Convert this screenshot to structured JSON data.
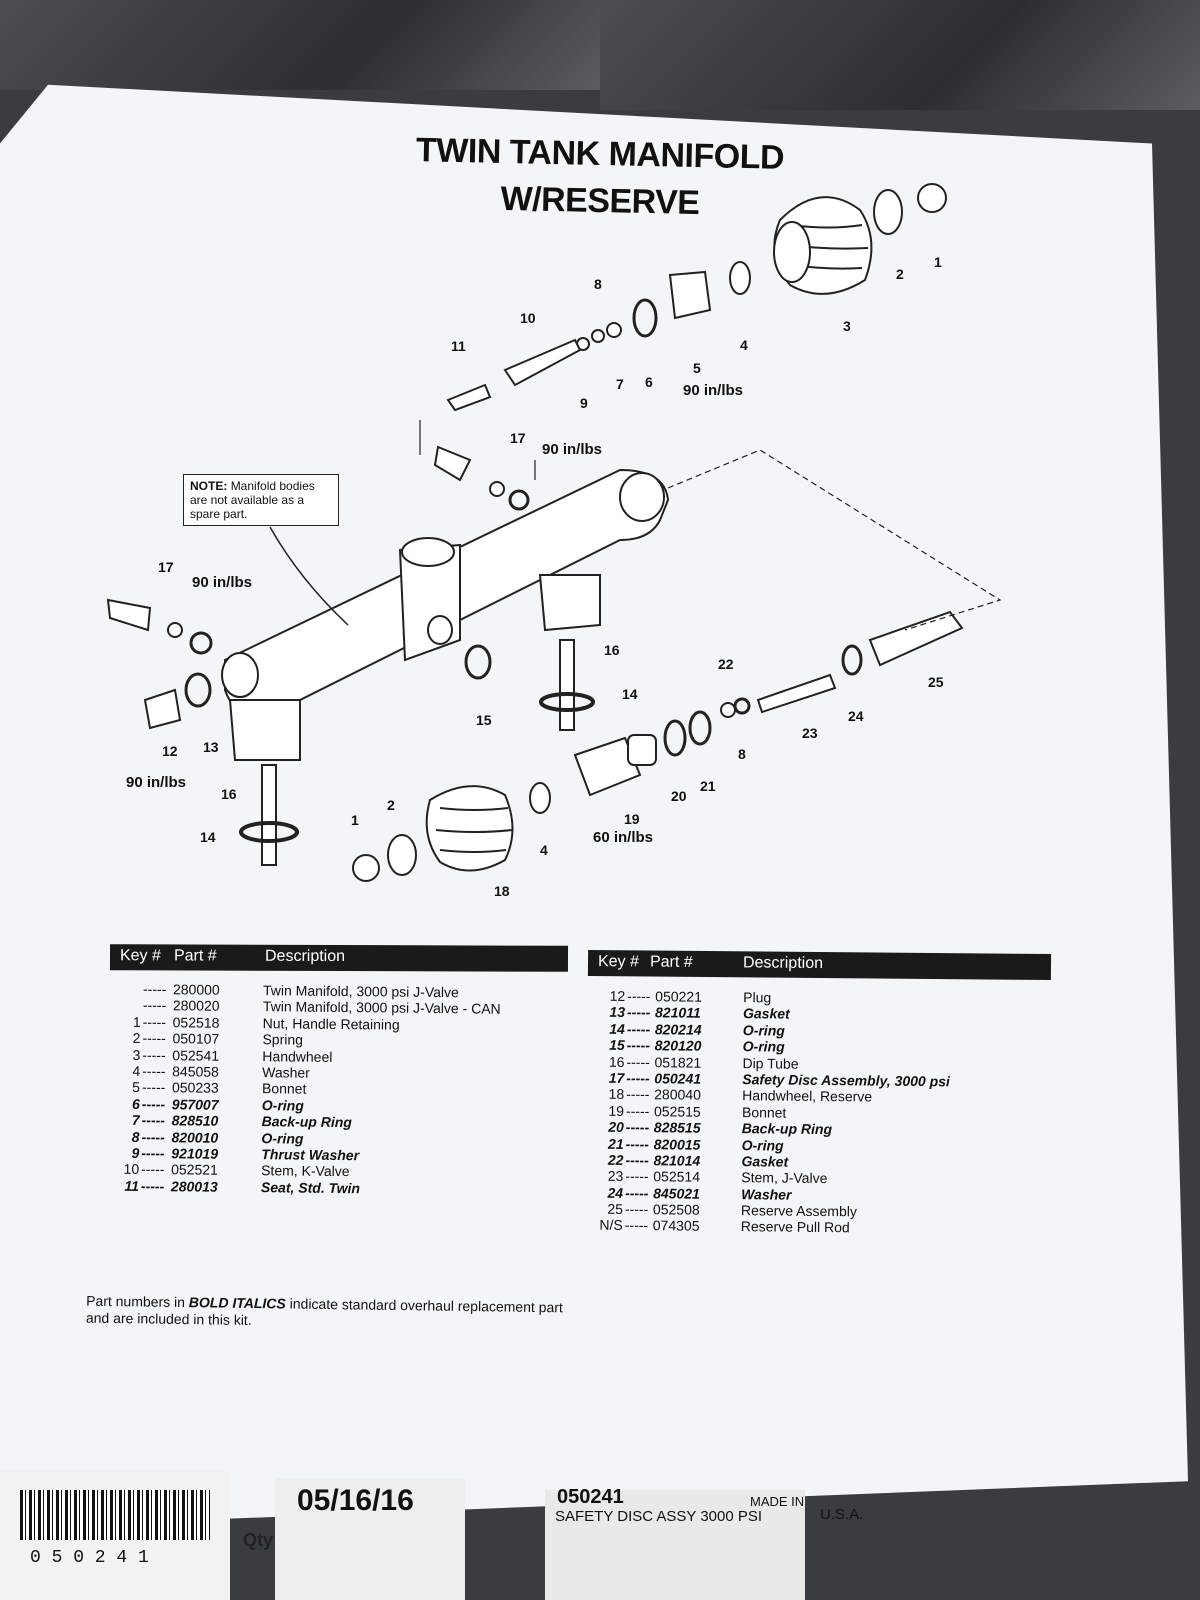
{
  "document": {
    "title_line1": "TWIN TANK MANIFOLD",
    "title_line2": "W/RESERVE",
    "note_label": "NOTE:",
    "note_text": "Manifold bodies are not available as a spare part.",
    "torque_labels": {
      "t5": "90 in/lbs",
      "t17_top": "90 in/lbs",
      "t17_left": "90 in/lbs",
      "t12": "90 in/lbs",
      "t19": "60 in/lbs"
    },
    "callouts": [
      "1",
      "2",
      "3",
      "4",
      "5",
      "6",
      "7",
      "8",
      "9",
      "10",
      "11",
      "17",
      "17",
      "16",
      "14",
      "15",
      "12",
      "13",
      "16",
      "14",
      "1",
      "2",
      "18",
      "4",
      "19",
      "20",
      "21",
      "22",
      "8",
      "23",
      "24",
      "25"
    ],
    "table_headers": {
      "key": "Key #",
      "part": "Part #",
      "description": "Description"
    },
    "left_table": [
      {
        "key": "",
        "part": "280000",
        "desc": "Twin Manifold, 3000 psi J-Valve",
        "bold": false
      },
      {
        "key": "",
        "part": "280020",
        "desc": "Twin Manifold, 3000 psi J-Valve - CAN",
        "bold": false
      },
      {
        "key": "1",
        "part": "052518",
        "desc": "Nut, Handle Retaining",
        "bold": false
      },
      {
        "key": "2",
        "part": "050107",
        "desc": "Spring",
        "bold": false
      },
      {
        "key": "3",
        "part": "052541",
        "desc": "Handwheel",
        "bold": false
      },
      {
        "key": "4",
        "part": "845058",
        "desc": "Washer",
        "bold": false
      },
      {
        "key": "5",
        "part": "050233",
        "desc": "Bonnet",
        "bold": false
      },
      {
        "key": "6",
        "part": "957007",
        "desc": "O-ring",
        "bold": true
      },
      {
        "key": "7",
        "part": "828510",
        "desc": "Back-up Ring",
        "bold": true
      },
      {
        "key": "8",
        "part": "820010",
        "desc": "O-ring",
        "bold": true
      },
      {
        "key": "9",
        "part": "921019",
        "desc": "Thrust Washer",
        "bold": true
      },
      {
        "key": "10",
        "part": "052521",
        "desc": "Stem, K-Valve",
        "bold": false
      },
      {
        "key": "11",
        "part": "280013",
        "desc": "Seat, Std. Twin",
        "bold": true
      }
    ],
    "right_table": [
      {
        "key": "12",
        "part": "050221",
        "desc": "Plug",
        "bold": false
      },
      {
        "key": "13",
        "part": "821011",
        "desc": "Gasket",
        "bold": true
      },
      {
        "key": "14",
        "part": "820214",
        "desc": "O-ring",
        "bold": true
      },
      {
        "key": "15",
        "part": "820120",
        "desc": "O-ring",
        "bold": true
      },
      {
        "key": "16",
        "part": "051821",
        "desc": "Dip Tube",
        "bold": false
      },
      {
        "key": "17",
        "part": "050241",
        "desc": "Safety Disc Assembly, 3000 psi",
        "bold": true
      },
      {
        "key": "18",
        "part": "280040",
        "desc": "Handwheel, Reserve",
        "bold": false
      },
      {
        "key": "19",
        "part": "052515",
        "desc": "Bonnet",
        "bold": false
      },
      {
        "key": "20",
        "part": "828515",
        "desc": "Back-up Ring",
        "bold": true
      },
      {
        "key": "21",
        "part": "820015",
        "desc": "O-ring",
        "bold": true
      },
      {
        "key": "22",
        "part": "821014",
        "desc": "Gasket",
        "bold": true
      },
      {
        "key": "23",
        "part": "052514",
        "desc": "Stem, J-Valve",
        "bold": false
      },
      {
        "key": "24",
        "part": "845021",
        "desc": "Washer",
        "bold": true
      },
      {
        "key": "25",
        "part": "052508",
        "desc": "Reserve Assembly",
        "bold": false
      },
      {
        "key": "N/S",
        "part": "074305",
        "desc": "Reserve Pull Rod",
        "bold": false
      }
    ],
    "footnote_prefix": "Part numbers in ",
    "footnote_bold": "BOLD ITALICS",
    "footnote_suffix": " indicate standard overhaul replacement part",
    "footnote_line2": "and are included in this kit."
  },
  "background_labels": {
    "date": "05/16/16",
    "qty_label": "Qty",
    "barcode_digits": "0 5 0 2 4 1",
    "part_fragment": "050241",
    "product_name": "SAFETY DISC ASSY 3000 PSI",
    "made_in": "MADE IN",
    "country": "U.S.A."
  }
}
